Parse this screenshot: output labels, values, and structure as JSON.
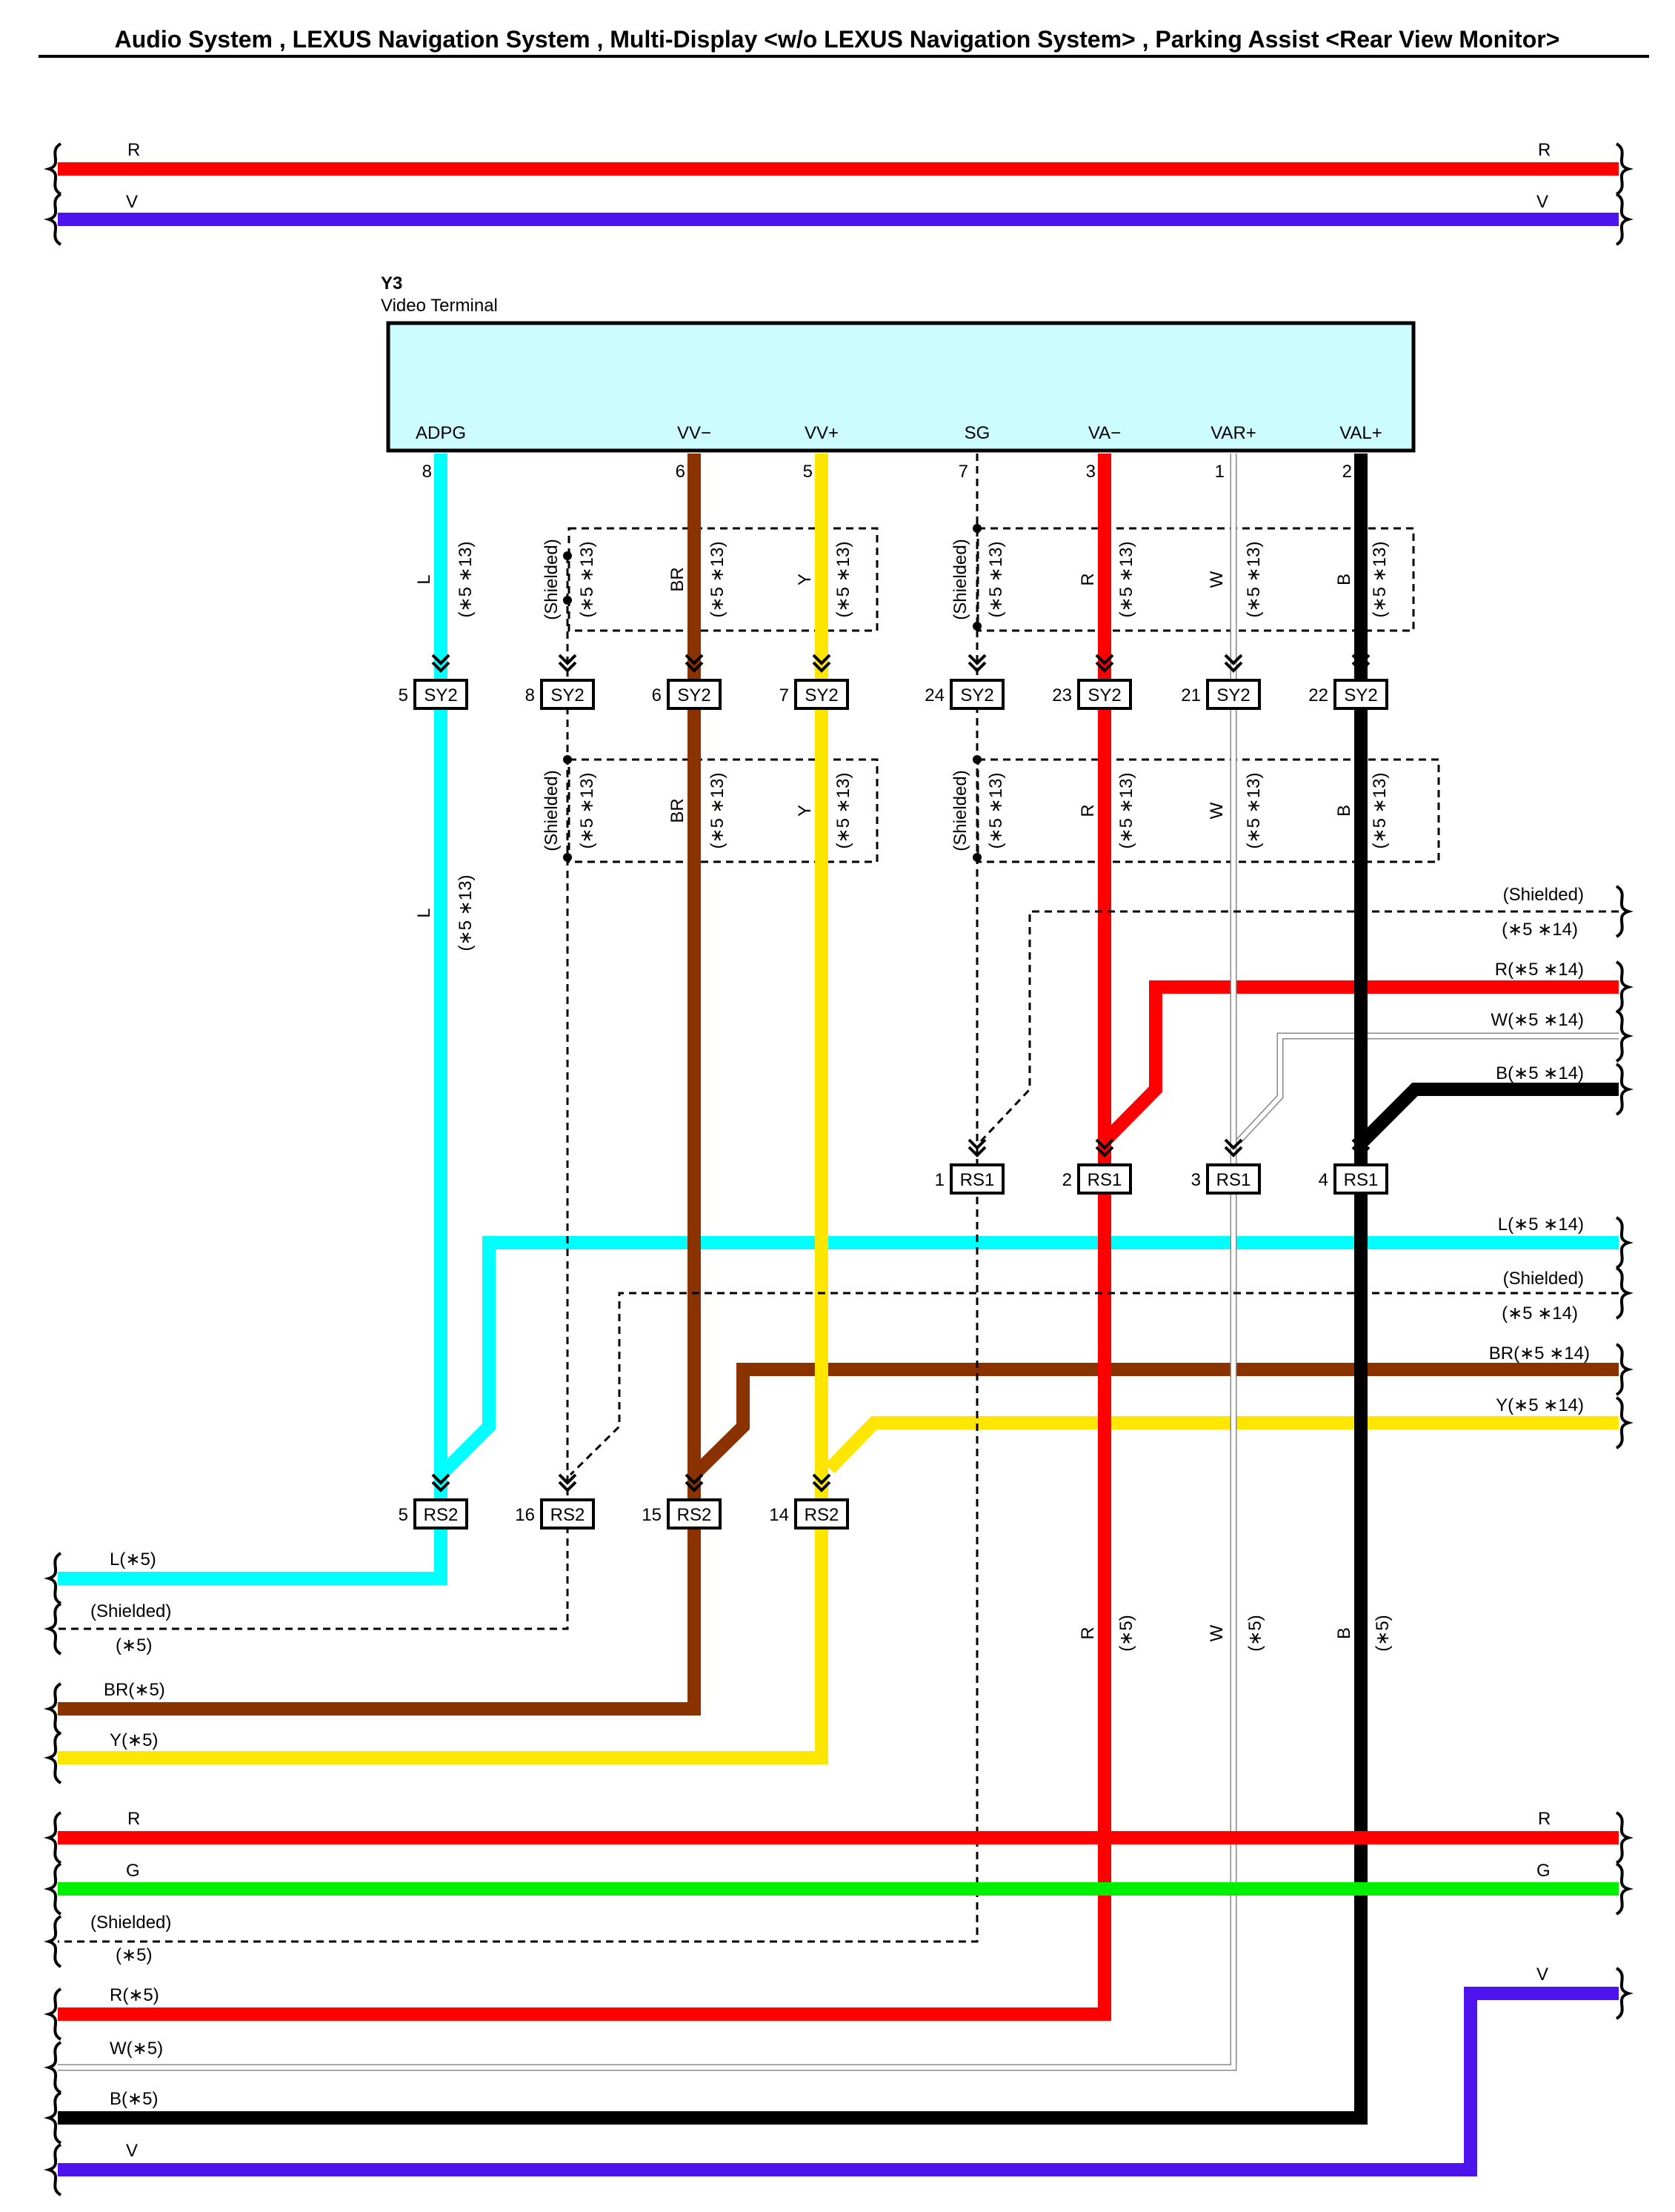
{
  "title": "Audio System , LEXUS Navigation System , Multi-Display <w/o LEXUS Navigation System> , Parking Assist <Rear View Monitor>",
  "colors": {
    "R": "#ff0000",
    "V": "#4d14ee",
    "L": "#00ffff",
    "BR": "#8b3300",
    "Y": "#ffe600",
    "B": "#000000",
    "W": "#ffffff",
    "G": "#00ee00",
    "box_fill": "#ccfcff"
  },
  "component": {
    "id": "Y3",
    "name": "Video Terminal",
    "pins": [
      {
        "name": "ADPG",
        "number": "8"
      },
      {
        "name": "VV−",
        "number": "6"
      },
      {
        "name": "VV+",
        "number": "5"
      },
      {
        "name": "SG",
        "number": "7"
      },
      {
        "name": "VA−",
        "number": "3"
      },
      {
        "name": "VAR+",
        "number": "1"
      },
      {
        "name": "VAL+",
        "number": "2"
      }
    ]
  },
  "connectors": {
    "SY2": {
      "label": "SY2",
      "pins": [
        "5",
        "8",
        "6",
        "7",
        "24",
        "23",
        "21",
        "22"
      ]
    },
    "RS1": {
      "label": "RS1",
      "pins": [
        "1",
        "2",
        "3",
        "4"
      ]
    },
    "RS2": {
      "label": "RS2",
      "pins": [
        "5",
        "16",
        "15",
        "14"
      ]
    }
  },
  "labels": {
    "shielded": "(Shielded)",
    "n513": "(∗5 ∗13)",
    "n514": "(∗5 ∗14)",
    "n5": "(∗5)",
    "L": "L",
    "BR": "BR",
    "Y": "Y",
    "R": "R",
    "W": "W",
    "B": "B",
    "V": "V",
    "G": "G",
    "R514": "R(∗5 ∗14)",
    "W514": "W(∗5 ∗14)",
    "B514": "B(∗5 ∗14)",
    "L514": "L(∗5 ∗14)",
    "BR514": "BR(∗5 ∗14)",
    "Y514": "Y(∗5 ∗14)",
    "L5": "L(∗5)",
    "BR5": "BR(∗5)",
    "Y5": "Y(∗5)",
    "R5": "R(∗5)",
    "W5": "W(∗5)",
    "B5": "B(∗5)"
  }
}
